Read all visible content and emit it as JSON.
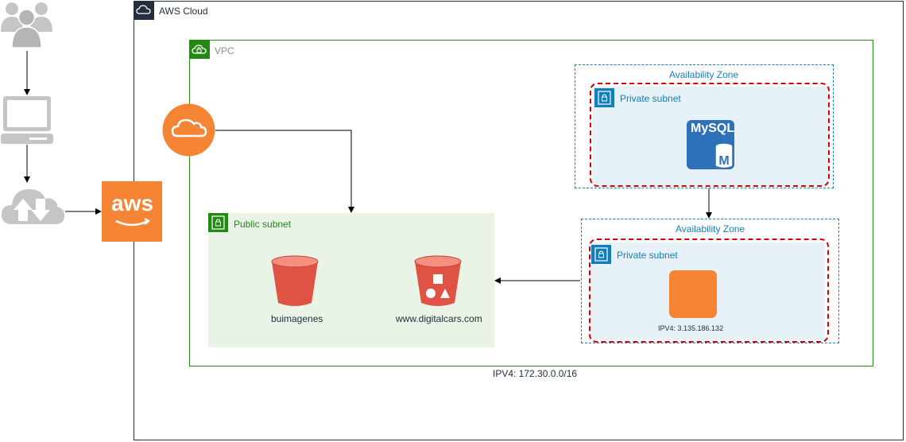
{
  "cloud": {
    "label": "AWS Cloud"
  },
  "vpc": {
    "label": "VPC",
    "cidr": "IPV4: 172.30.0.0/16"
  },
  "public_subnet": {
    "label": "Public subnet",
    "buckets": [
      {
        "name": "buimagenes"
      },
      {
        "name": "www.digitalcars.com"
      }
    ]
  },
  "az_top": {
    "label": "Availability Zone",
    "subnet_label": "Private subnet",
    "service_icon": "mysql-database-icon",
    "icon_text": "MySQL"
  },
  "az_bottom": {
    "label": "Availability Zone",
    "subnet_label": "Private subnet",
    "instance_ip": "IPV4: 3.135.186.132"
  },
  "left_flow": [
    "users-icon",
    "laptop-icon",
    "cloud-transfer-icon",
    "aws-logo-icon"
  ],
  "aws_logo_text": "aws",
  "colors": {
    "aws_orange": "#f58534",
    "public_fill": "#e9f3e6",
    "private_fill": "#e6f2f8",
    "bucket_red": "#e05243",
    "az_border": "#147eba",
    "vpc_border": "#248814",
    "dashed_red": "#d80000",
    "mysql_blue": "#2d72b8"
  }
}
